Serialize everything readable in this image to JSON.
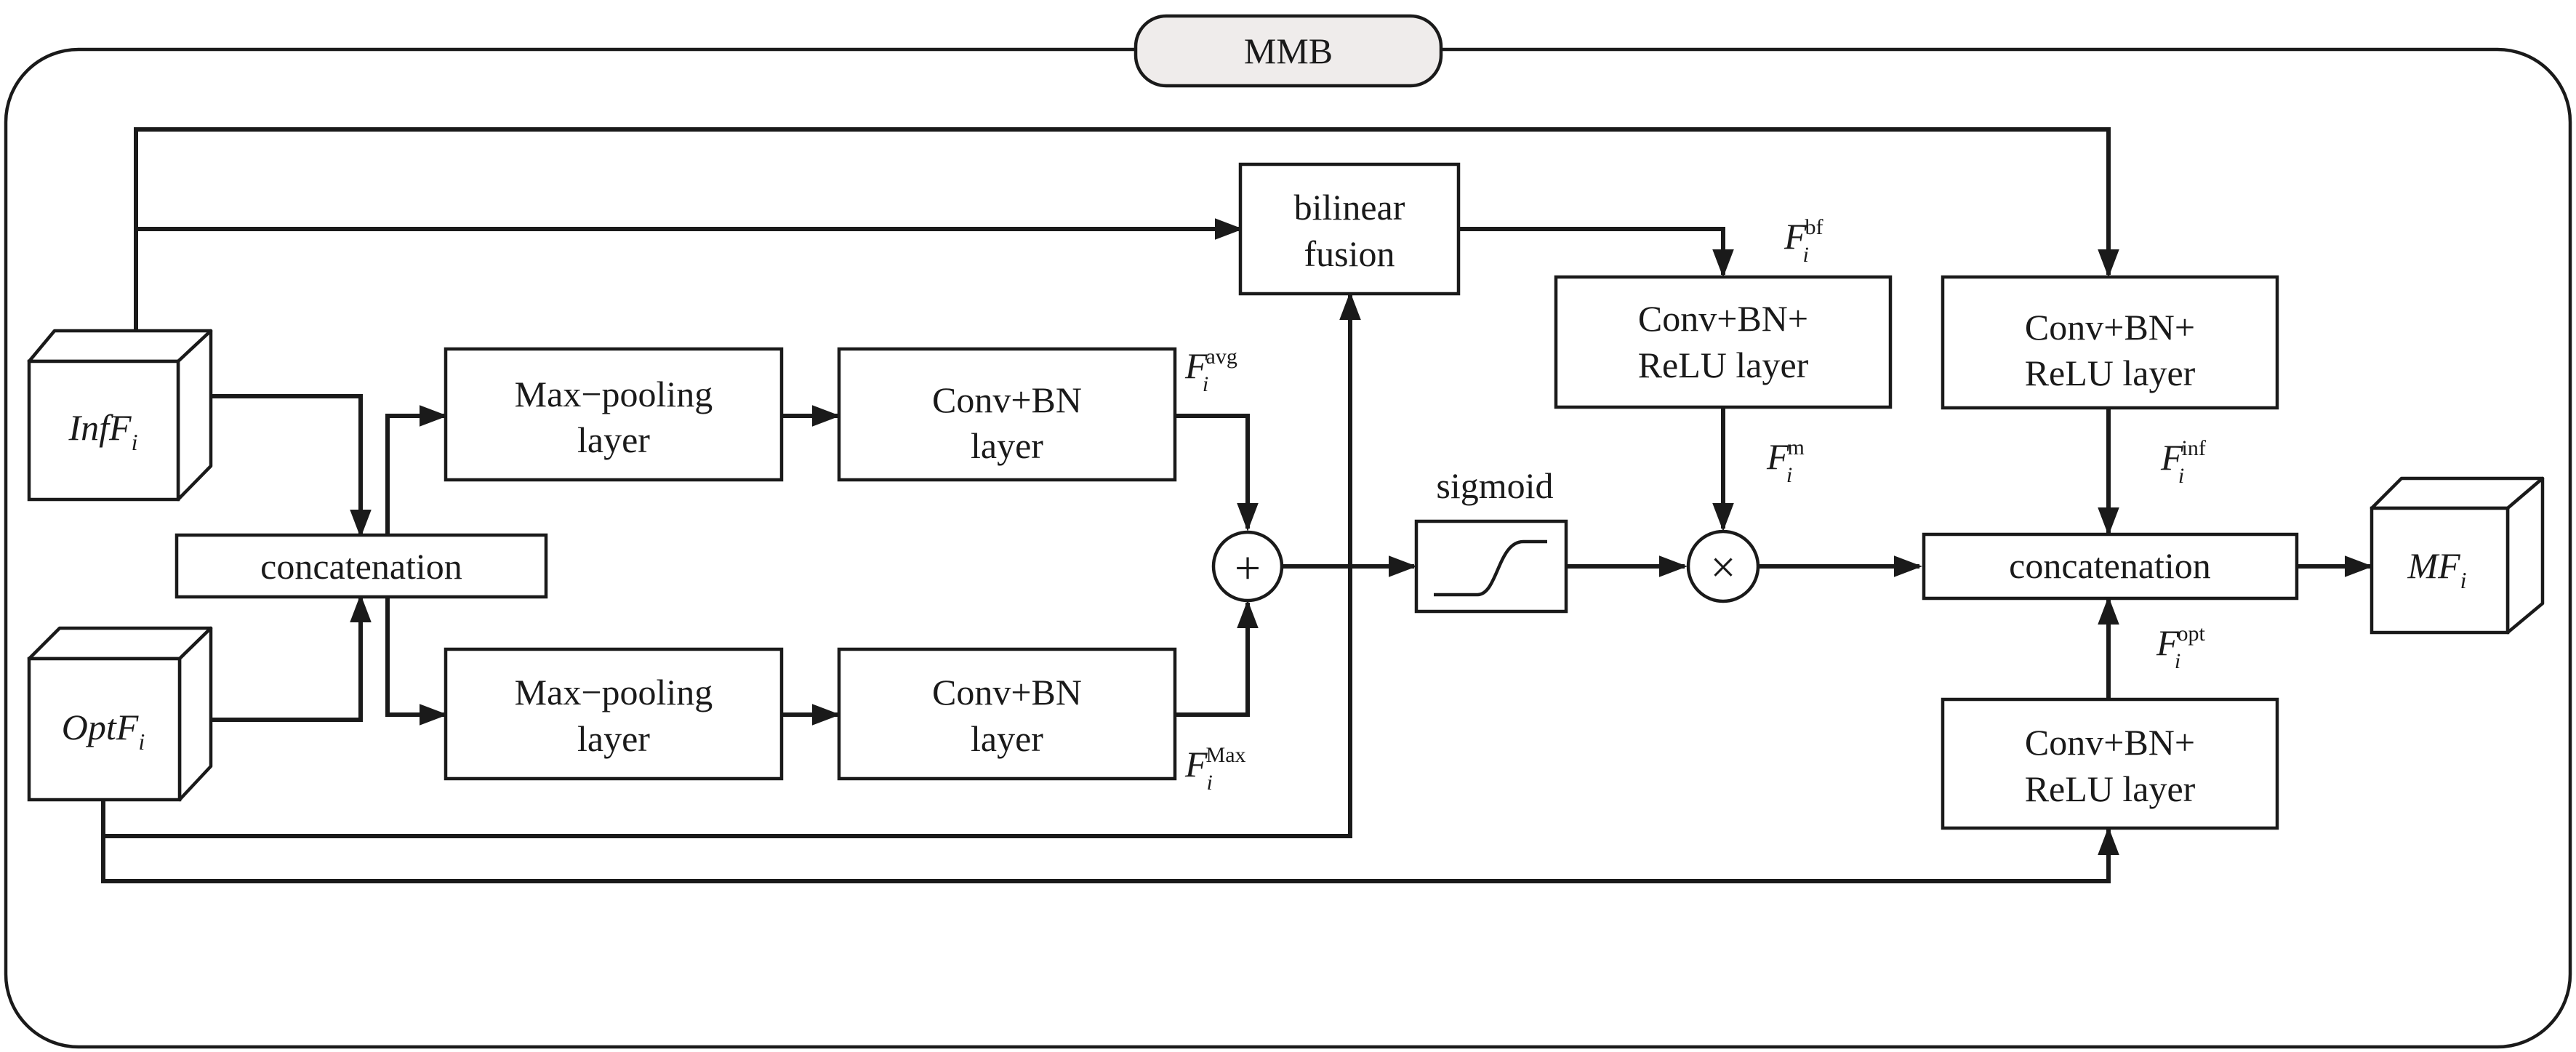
{
  "module": {
    "title": "MMB"
  },
  "inputs": {
    "inf": {
      "main": "InfF",
      "sub": "i"
    },
    "opt": {
      "main": "OptF",
      "sub": "i"
    }
  },
  "output": {
    "main": "MF",
    "sub": "i"
  },
  "blocks": {
    "concat_left": "concatenation",
    "maxpool_top": [
      "Max−pooling",
      "layer"
    ],
    "maxpool_bottom": [
      "Max−pooling",
      "layer"
    ],
    "convbn_top": [
      "Conv+BN",
      "layer"
    ],
    "convbn_bottom": [
      "Conv+BN",
      "layer"
    ],
    "bilinear": [
      "bilinear",
      "fusion"
    ],
    "sigmoid": "sigmoid",
    "convbnrelu_mid": [
      "Conv+BN+",
      "ReLU layer"
    ],
    "convbnrelu_top_right": [
      "Conv+BN+",
      "ReLU layer"
    ],
    "convbnrelu_bottom_right": [
      "Conv+BN+",
      "ReLU layer"
    ],
    "concat_right": "concatenation"
  },
  "operators": {
    "add": "+",
    "multiply": "×"
  },
  "feature_labels": {
    "avg": {
      "main": "F",
      "sub": "i",
      "sup": "avg"
    },
    "max": {
      "main": "F",
      "sub": "i",
      "sup": "Max"
    },
    "bf": {
      "main": "F",
      "sub": "i",
      "sup": "bf"
    },
    "m": {
      "main": "F",
      "sub": "i",
      "sup": "m"
    },
    "inf": {
      "main": "F",
      "sub": "i",
      "sup": "inf"
    },
    "opt": {
      "main": "F",
      "sub": "i",
      "sup": "opt"
    }
  },
  "colors": {
    "line": "#1a1a1a",
    "title_fill": "#efeceb",
    "background": "#ffffff"
  }
}
